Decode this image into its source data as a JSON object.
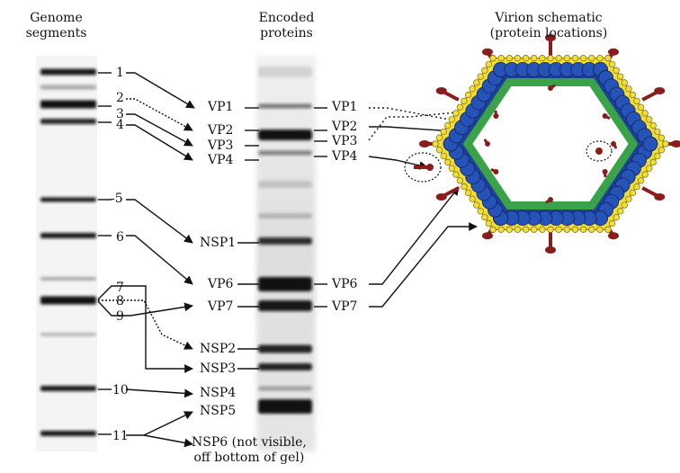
{
  "headers": {
    "genome_line1": "Genome",
    "genome_line2": "segments",
    "proteins_line1": "Encoded",
    "proteins_line2": "proteins",
    "virion_line1": "Virion schematic",
    "virion_line2": "(protein locations)"
  },
  "segments": [
    "1",
    "2",
    "3",
    "4",
    "-5",
    "6",
    "7",
    "8",
    "9",
    "10",
    "11"
  ],
  "middle_labels": [
    "VP1",
    "VP2",
    "VP3",
    "VP4",
    "NSP1",
    "VP6",
    "VP7",
    "NSP2",
    "NSP3",
    "NSP4",
    "NSP5"
  ],
  "nsp6_note": {
    "line1": "NSP6 (not visible,",
    "line2": "off bottom of gel)"
  },
  "right_labels": [
    "VP1",
    "VP2",
    "VP3",
    "VP4",
    "VP6",
    "VP7"
  ],
  "colors": {
    "gel_band": "#111111",
    "inner_capsid": "#1e3f9a",
    "intermediate_shell": "#3aa34a",
    "outer_ring": "#f2de3a",
    "spike": "#8b1c1c"
  }
}
